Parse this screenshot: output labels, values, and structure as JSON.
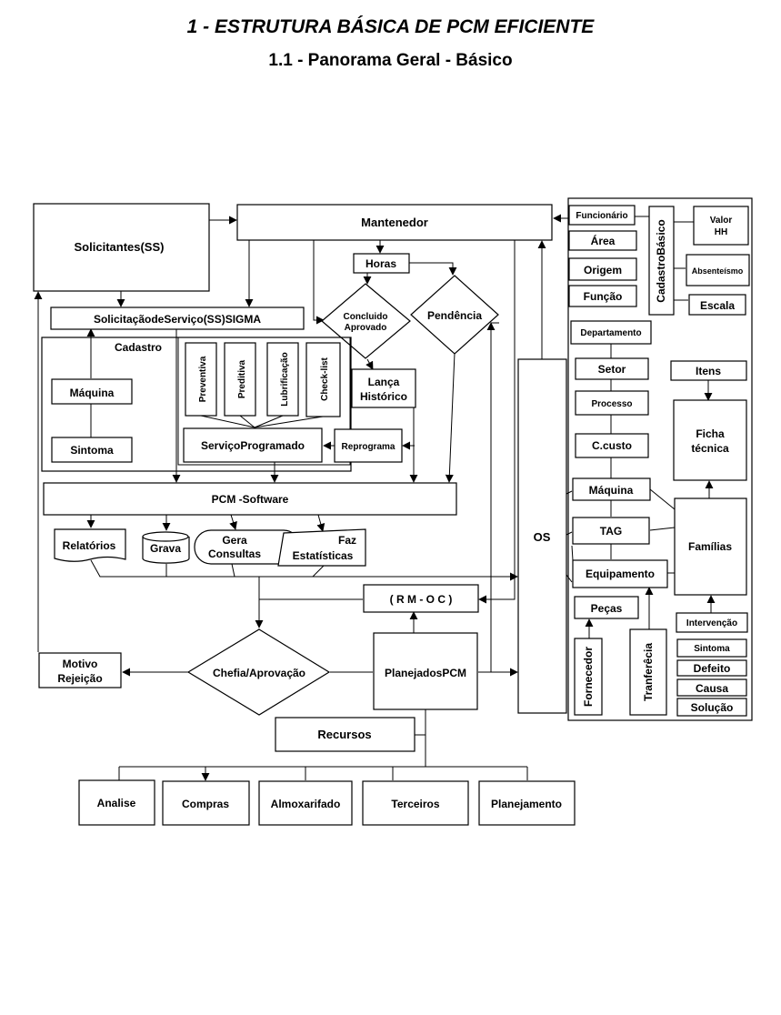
{
  "title": "1 - ESTRUTURA BÁSICA DE PCM EFICIENTE",
  "subtitle": "1.1 - Panorama Geral - Básico",
  "nodes": {
    "solicitantes": "Solicitantes(SS)",
    "mantenedor": "Mantenedor",
    "horas": "Horas",
    "concluido_1": "Concluido",
    "concluido_2": "Aprovado",
    "pendencia": "Pendência",
    "solicitacao": "SolicitaçãodeServiço(SS)SIGMA",
    "cadastro": "Cadastro",
    "maquina": "Máquina",
    "sintoma": "Sintoma",
    "preventiva": "Preventiva",
    "preditiva": "Preditiva",
    "lubrificacao": "Lubrificação",
    "checklist": "Check-list",
    "lanca_1": "Lança",
    "lanca_2": "Histórico",
    "servico_programado": "ServiçoProgramado",
    "reprograma": "Reprograma",
    "pcm_software": "PCM  -Software",
    "relatorios": "Relatórios",
    "grava": "Grava",
    "gera_1": "Gera",
    "gera_2": "Consultas",
    "faz_1": "Faz",
    "faz_2": "Estatísticas",
    "os": "OS",
    "rmoc": "( R M - O C )",
    "chefia": "Chefia/Aprovação",
    "motivo_1": "Motivo",
    "motivo_2": "Rejeição",
    "planejados": "PlanejadosPCM",
    "recursos": "Recursos",
    "analise": "Analise",
    "compras": "Compras",
    "almoxarifado": "Almoxarifado",
    "terceiros": "Terceiros",
    "planejamento": "Planejamento",
    "funcionario": "Funcionário",
    "area": "Área",
    "origem": "Origem",
    "funcao": "Função",
    "cadastro_basico": "CadastroBásico",
    "valor_1": "Valor",
    "valor_2": "HH",
    "absenteismo": "Absenteísmo",
    "escala": "Escala",
    "departamento": "Departamento",
    "setor": "Setor",
    "processo": "Processo",
    "ccusto": "C.custo",
    "maquina_r": "Máquina",
    "tag": "TAG",
    "equipamento": "Equipamento",
    "pecas": "Peças",
    "fornecedor": "Fornecedor",
    "tranferecia": "Tranferêcia",
    "itens": "Itens",
    "ficha_1": "Ficha",
    "ficha_2": "técnica",
    "familias": "Famílias",
    "intervencao": "Intervenção",
    "sintoma_r": "Sintoma",
    "defeito": "Defeito",
    "causa": "Causa",
    "solucao": "Solução"
  }
}
